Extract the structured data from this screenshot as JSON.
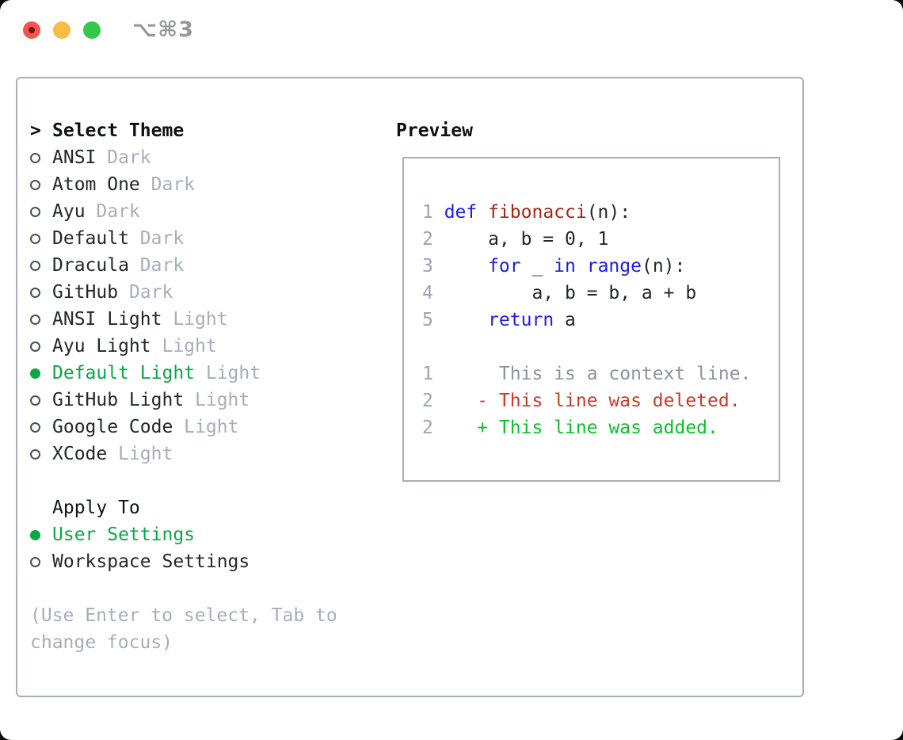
{
  "window": {
    "title": "⌥⌘3"
  },
  "colors": {
    "accent_green": "#0ca847",
    "keyword_blue": "#1d1de8",
    "function_red": "#a3271d",
    "deleted_red": "#c93a27",
    "added_green": "#0fbe2c",
    "muted_gray": "#a6aebc",
    "context_gray": "#8c939e",
    "line_number_gray": "#9ba4b3",
    "border_gray": "#a7afba",
    "text_dark": "#22272e",
    "traffic_red": "#f2564d",
    "traffic_yellow": "#f7bd45",
    "traffic_green": "#34c748",
    "title_gray": "#97989d"
  },
  "panel": {
    "theme_section": {
      "header_marker": ">",
      "header": "Select Theme",
      "items": [
        {
          "name": "ANSI",
          "variant": "Dark",
          "selected": false
        },
        {
          "name": "Atom One",
          "variant": "Dark",
          "selected": false
        },
        {
          "name": "Ayu",
          "variant": "Dark",
          "selected": false
        },
        {
          "name": "Default",
          "variant": "Dark",
          "selected": false
        },
        {
          "name": "Dracula",
          "variant": "Dark",
          "selected": false
        },
        {
          "name": "GitHub",
          "variant": "Dark",
          "selected": false
        },
        {
          "name": "ANSI Light",
          "variant": "Light",
          "selected": false
        },
        {
          "name": "Ayu Light",
          "variant": "Light",
          "selected": false
        },
        {
          "name": "Default Light",
          "variant": "Light",
          "selected": true
        },
        {
          "name": "GitHub Light",
          "variant": "Light",
          "selected": false
        },
        {
          "name": "Google Code",
          "variant": "Light",
          "selected": false
        },
        {
          "name": "XCode",
          "variant": "Light",
          "selected": false
        }
      ]
    },
    "apply_to": {
      "header": "Apply To",
      "options": [
        {
          "label": "User Settings",
          "selected": true
        },
        {
          "label": "Workspace Settings",
          "selected": false
        }
      ]
    },
    "hint_lines": [
      "(Use Enter to select, Tab to",
      "change focus)"
    ],
    "preview": {
      "header": "Preview",
      "code_lines": [
        {
          "num": "1",
          "segments": [
            {
              "text": "def ",
              "color": "keyword"
            },
            {
              "text": "fibonacci",
              "color": "function"
            },
            {
              "text": "(n):",
              "color": "plain"
            }
          ]
        },
        {
          "num": "2",
          "segments": [
            {
              "text": "    a, b = 0, 1",
              "color": "plain"
            }
          ]
        },
        {
          "num": "3",
          "segments": [
            {
              "text": "    ",
              "color": "plain"
            },
            {
              "text": "for",
              "color": "keyword"
            },
            {
              "text": " _ ",
              "color": "plain"
            },
            {
              "text": "in",
              "color": "keyword"
            },
            {
              "text": " ",
              "color": "plain"
            },
            {
              "text": "range",
              "color": "keyword"
            },
            {
              "text": "(n):",
              "color": "plain"
            }
          ]
        },
        {
          "num": "4",
          "segments": [
            {
              "text": "        a, b = b, a + b",
              "color": "plain"
            }
          ]
        },
        {
          "num": "5",
          "segments": [
            {
              "text": "    ",
              "color": "plain"
            },
            {
              "text": "return",
              "color": "keyword"
            },
            {
              "text": " a",
              "color": "plain"
            }
          ]
        },
        {
          "num": "",
          "segments": []
        },
        {
          "num": "1",
          "segments": [
            {
              "text": "     This is a context line.",
              "color": "context"
            }
          ]
        },
        {
          "num": "2",
          "segments": [
            {
              "text": "   - This line was deleted.",
              "color": "deleted"
            }
          ]
        },
        {
          "num": "2",
          "segments": [
            {
              "text": "   + This line was added.",
              "color": "added"
            }
          ]
        }
      ]
    }
  }
}
